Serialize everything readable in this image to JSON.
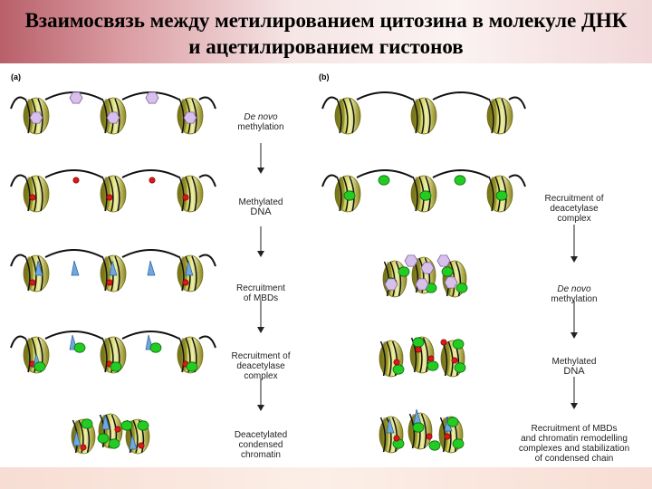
{
  "title": "Взаимосвязь между метилированием цитозина в молекуле ДНК и ацетилированием гистонов",
  "panels": {
    "a": {
      "label": "(a)",
      "steps": [
        {
          "first": "De novo",
          "rest": "methylation"
        },
        {
          "first": "Methylated",
          "rest": "DNA"
        },
        {
          "first": "Recruitment",
          "rest": "of MBDs"
        },
        {
          "first": "Recruitment of",
          "rest": "deacetylase\ncomplex"
        },
        {
          "first": "Deacetylated",
          "rest": "condensed\nchromatin"
        }
      ]
    },
    "b": {
      "label": "(b)",
      "steps": [
        {
          "first": "Recruitment of",
          "rest": "deacetylase\ncomplex"
        },
        {
          "first": "De novo",
          "rest": "methylation"
        },
        {
          "first": "Methylated",
          "rest": "DNA"
        },
        {
          "first": "Recruitment of MBDs",
          "rest": "and chromatin remodelling\ncomplexes and stabilization\nof condensed chain"
        }
      ]
    }
  },
  "colors": {
    "nucleosome": "#c8c850",
    "nucleosome_dark": "#6f6b14",
    "methyl": "#d8181c",
    "deacetylase": "#22cc22",
    "de_novo_methylase": "#d8c0ec",
    "mbd": "#6fa8e0"
  }
}
